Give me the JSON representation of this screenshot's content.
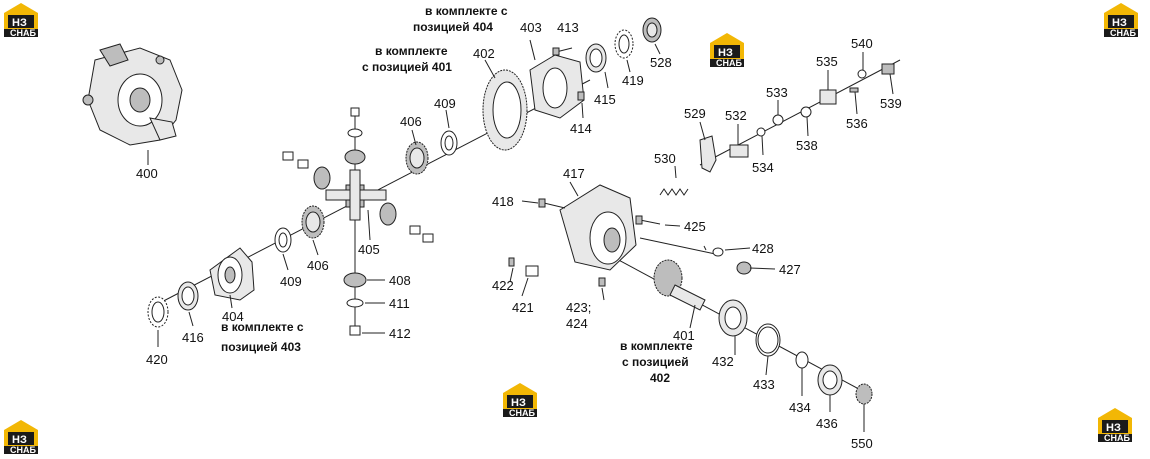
{
  "brand": {
    "logo_mark": "НЗ",
    "logo_caption": "СНАБ",
    "colors": {
      "yellow": "#f2b705",
      "dark": "#1a1a1a"
    }
  },
  "callouts": {
    "p400": "400",
    "p401": "401",
    "p402": "402",
    "p403": "403",
    "p404": "404",
    "p405": "405",
    "p406a": "406",
    "p406b": "406",
    "p408": "408",
    "p409a": "409",
    "p409b": "409",
    "p411": "411",
    "p412": "412",
    "p413": "413",
    "p414": "414",
    "p415": "415",
    "p416": "416",
    "p417": "417",
    "p418": "418",
    "p419": "419",
    "p420": "420",
    "p421": "421",
    "p422": "422",
    "p423": "423;",
    "p424": "424",
    "p425": "425",
    "p427": "427",
    "p428": "428",
    "p432": "432",
    "p433": "433",
    "p434": "434",
    "p436": "436",
    "p528": "528",
    "p529": "529",
    "p530": "530",
    "p532": "532",
    "p533": "533",
    "p534": "534",
    "p535": "535",
    "p536": "536",
    "p538": "538",
    "p539": "539",
    "p540": "540",
    "p550": "550"
  },
  "notes": {
    "n404_l1": "в комплекте с",
    "n404_l2": "позицией 404",
    "n401_l1": "в комплекте",
    "n401_l2": "с позицией 401",
    "n403_l1": "в комплекте с",
    "n403_l2": "позицией 403",
    "n402_l1": "в комплекте",
    "n402_l2": "с позицией",
    "n402_l3": "402"
  }
}
